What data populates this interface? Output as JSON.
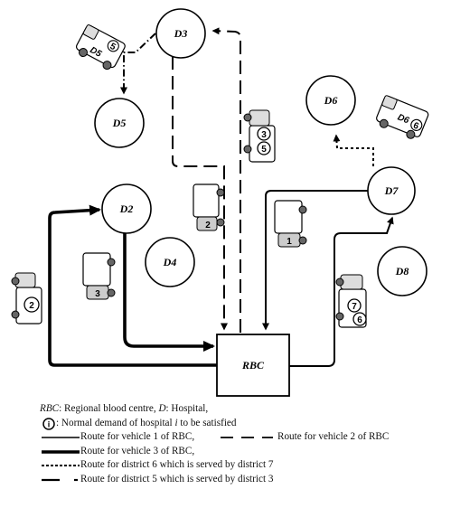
{
  "nodes": {
    "rbc": "RBC",
    "d2": "D2",
    "d3": "D3",
    "d4": "D4",
    "d5": "D5",
    "d6": "D6",
    "d7": "D7",
    "d8": "D8"
  },
  "vehicles": {
    "left_demand": "2",
    "top_demands": [
      "3",
      "5"
    ],
    "right_demands": [
      "7",
      "6"
    ],
    "van5_label": "5",
    "van5_side": "D5",
    "van6_side": "D6",
    "van6_label": "6",
    "truck1": "1",
    "truck2": "2",
    "truck3": "3"
  },
  "legend": {
    "line1_abbr1": "RBC",
    "line1_text1": ": Regional blood centre, ",
    "line1_abbr2": "D",
    "line1_text2": ": Hospital,",
    "line2_icon": "i",
    "line2_text1": " : Normal demand of hospital ",
    "line2_var": "i",
    "line2_text2": " to be satisfied",
    "route1": "Route for vehicle 1 of RBC,",
    "route2": "Route for vehicle 2 of RBC",
    "route3": "Route for vehicle 3 of RBC,",
    "route4": "Route for district 6 which is served by district 7",
    "route5": "Route for district 5 which is served by district 3"
  }
}
